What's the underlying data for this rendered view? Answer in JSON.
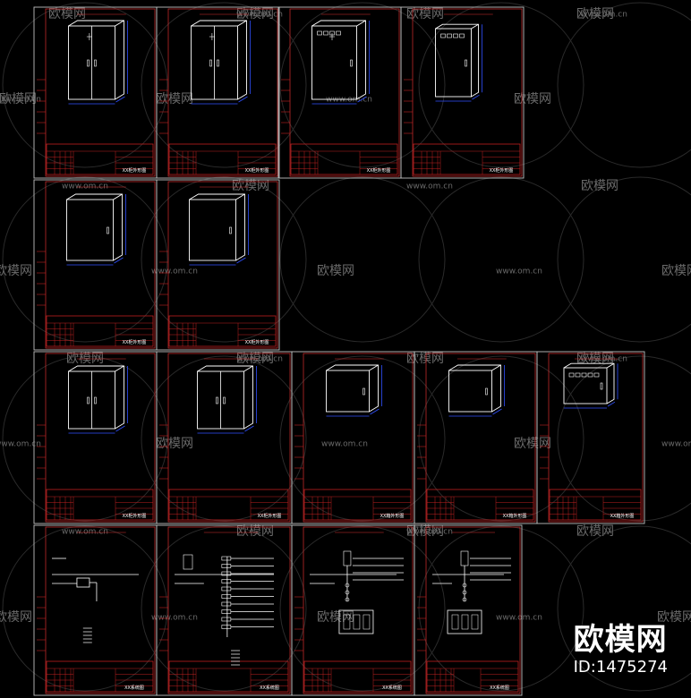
{
  "colors": {
    "background": "#000000",
    "sheet_border": "#c0c0c0",
    "sheet_inner": "#d83030",
    "title_block": "#c02020",
    "drawing": "#ffffff",
    "dimension": "#3050ff",
    "watermark": "#6a6a6a"
  },
  "watermark": {
    "brand": "欧模网",
    "url": "www.om.cn"
  },
  "brand_stamp": {
    "logo": "欧模网",
    "id": "ID:1475274"
  },
  "drawing_sheets": [
    {
      "row": 1,
      "col": 1,
      "content": "cabinet-double-door-front",
      "caption": "XX柜外形图"
    },
    {
      "row": 1,
      "col": 2,
      "content": "cabinet-double-door-front",
      "caption": "XX柜外形图"
    },
    {
      "row": 1,
      "col": 3,
      "content": "cabinet-meter-panel",
      "caption": "XX柜外形图"
    },
    {
      "row": 1,
      "col": 4,
      "content": "cabinet-3d-meter",
      "caption": "XX柜外形图"
    },
    {
      "row": 2,
      "col": 1,
      "content": "cabinet-single-door",
      "caption": "XX柜外形图"
    },
    {
      "row": 2,
      "col": 2,
      "content": "cabinet-single-door",
      "caption": "XX柜外形图"
    },
    {
      "row": 3,
      "col": 1,
      "content": "cabinet-double-door",
      "caption": "XX柜外形图"
    },
    {
      "row": 3,
      "col": 2,
      "content": "cabinet-double-door",
      "caption": "XX柜外形图"
    },
    {
      "row": 3,
      "col": 3,
      "content": "box-small",
      "caption": "XX箱外形图"
    },
    {
      "row": 3,
      "col": 4,
      "content": "box-small",
      "caption": "XX箱外形图"
    },
    {
      "row": 3,
      "col": 5,
      "content": "box-with-meters",
      "caption": "XX箱外形图"
    },
    {
      "row": 4,
      "col": 1,
      "content": "wiring-single",
      "caption": "XX系统图"
    },
    {
      "row": 4,
      "col": 2,
      "content": "wiring-multi",
      "caption": "XX系统图"
    },
    {
      "row": 4,
      "col": 3,
      "content": "wiring-panel",
      "caption": "XX系统图"
    },
    {
      "row": 4,
      "col": 4,
      "content": "wiring-panel-2",
      "caption": "XX系统图"
    }
  ]
}
